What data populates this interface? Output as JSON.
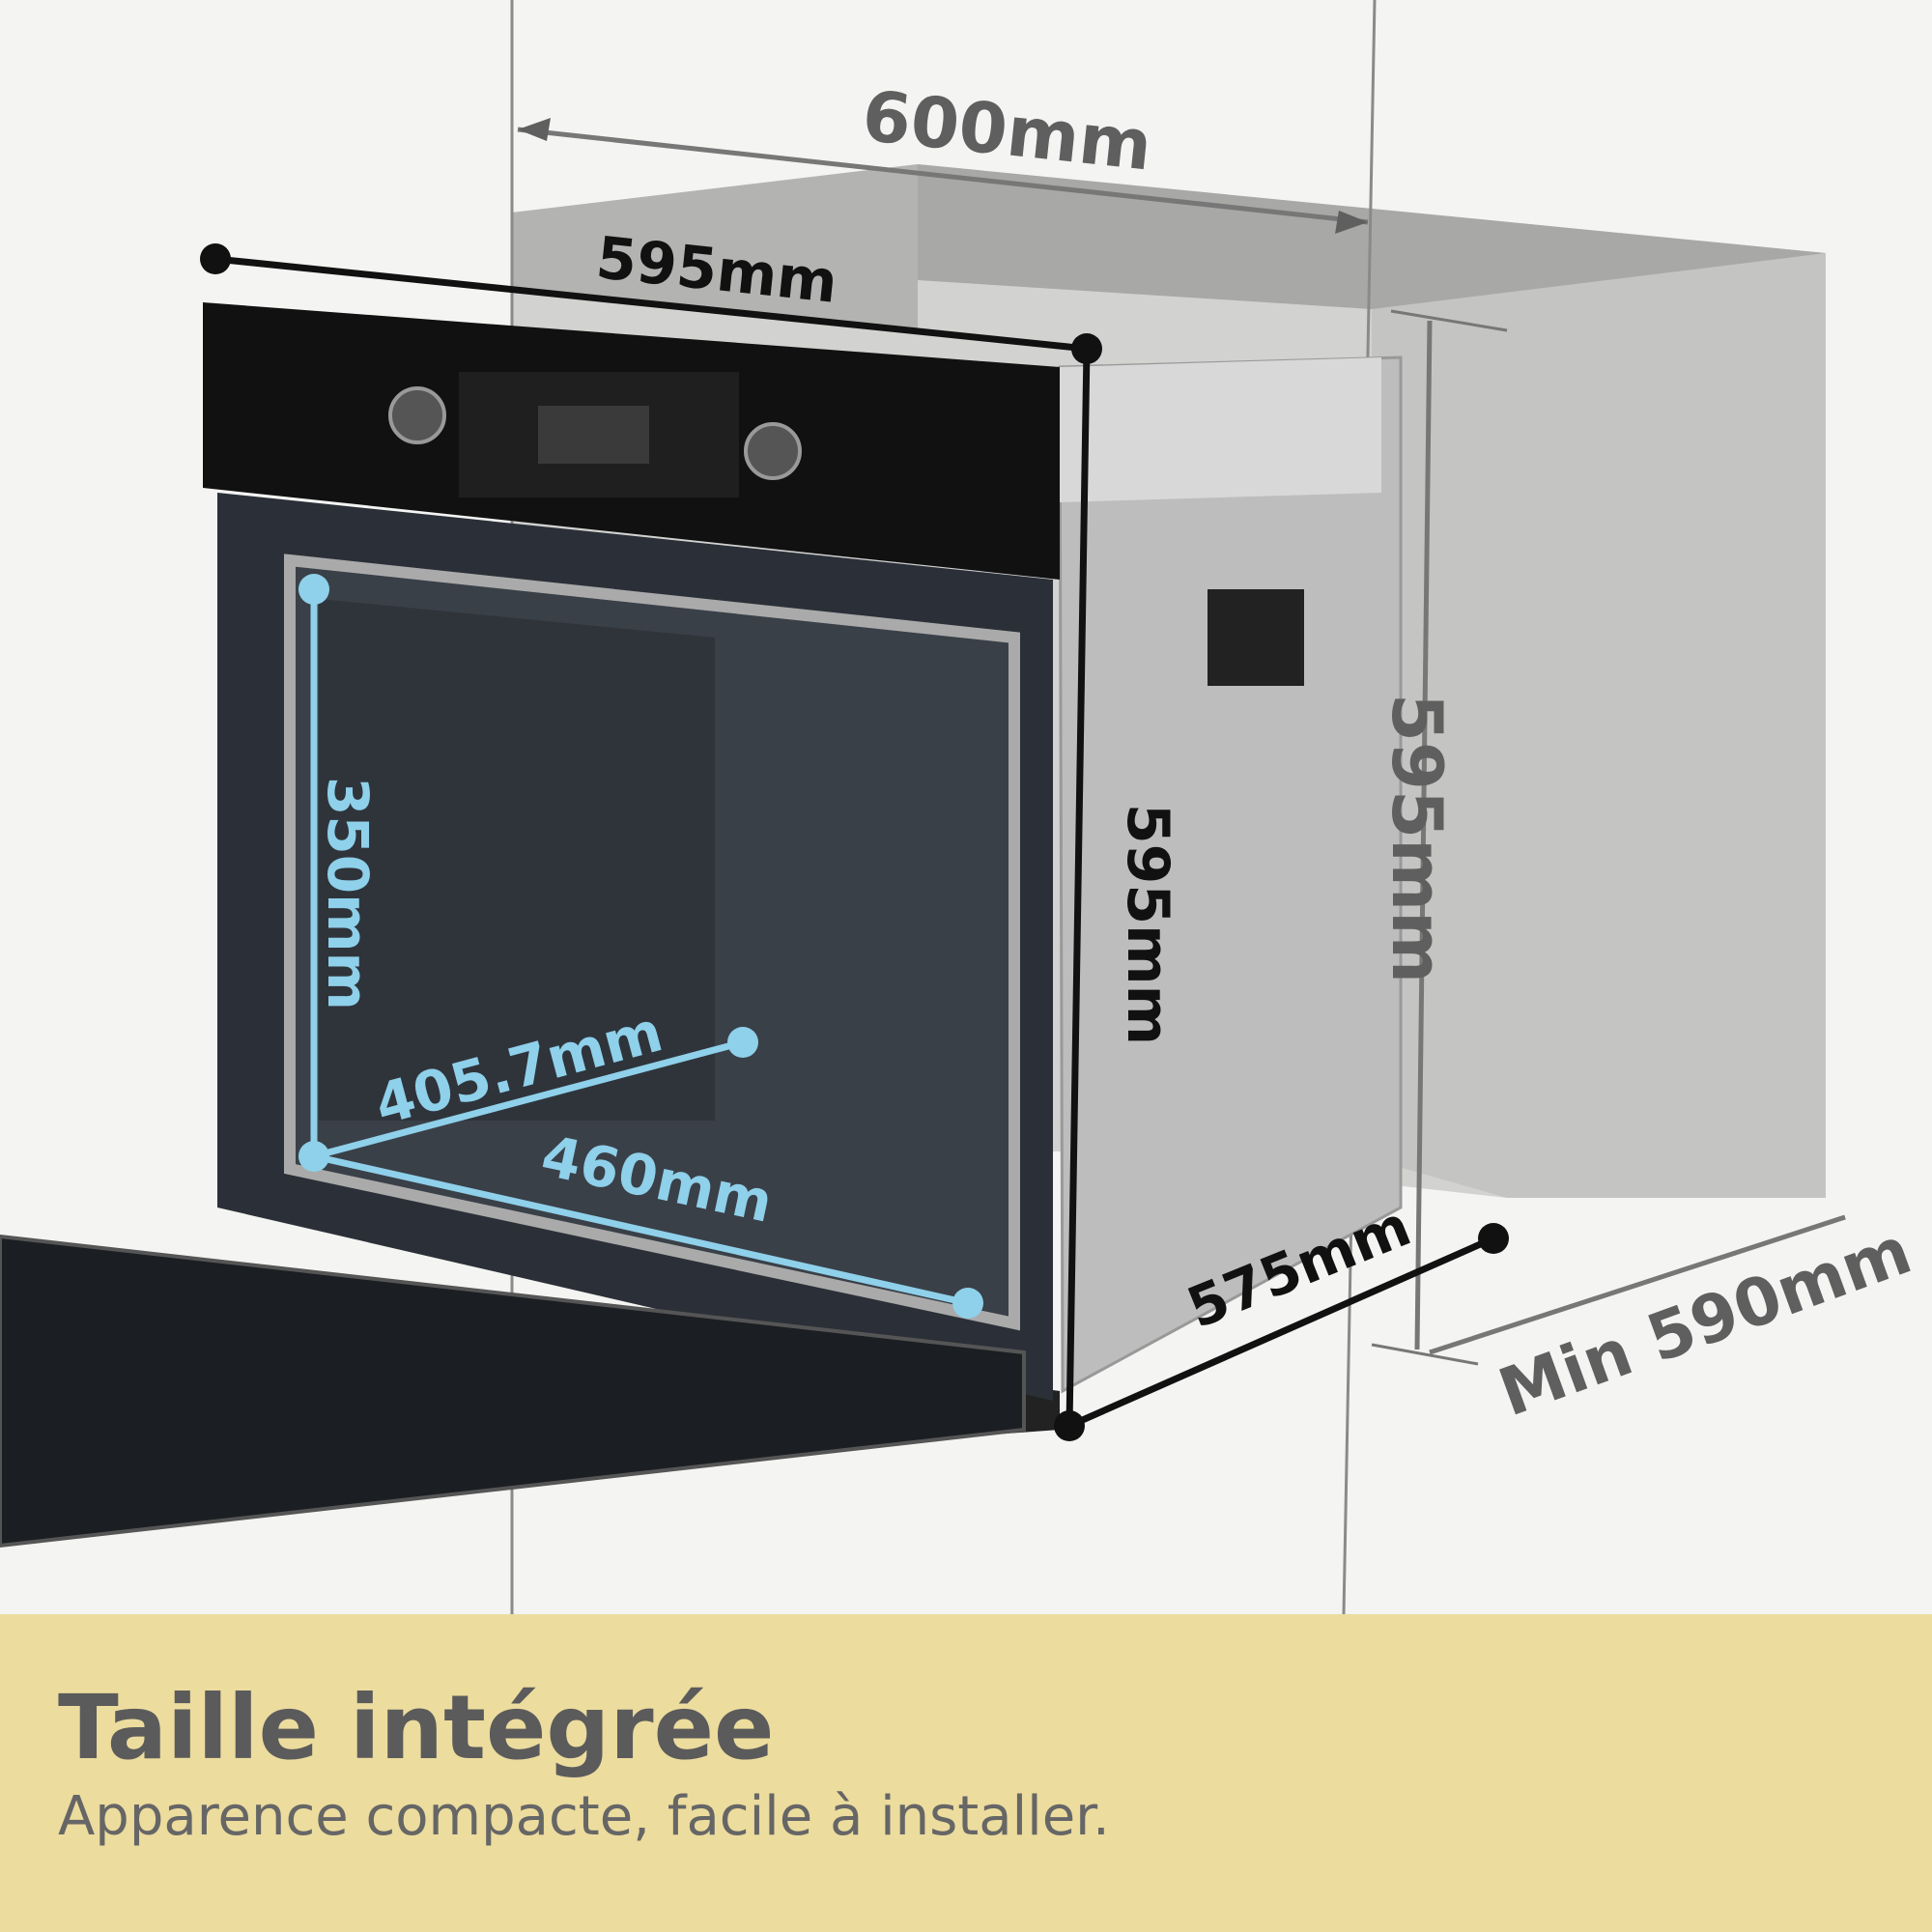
{
  "dimensions": {
    "niche_width": "600mm",
    "oven_width": "595mm",
    "oven_height": "595mm",
    "niche_height": "595mm",
    "oven_depth": "575mm",
    "niche_depth": "Min 590mm",
    "cavity_height": "350mm",
    "cavity_depth": "405.7mm",
    "cavity_width": "460mm"
  },
  "caption": {
    "title": "Taille intégrée",
    "subtitle": "Apparence compacte, facile à installer."
  },
  "colors": {
    "background": "#f4f4f2",
    "caption_band": "#ecdc9e",
    "cavity_dimension": "#8fd0ea",
    "oven_dimension": "#111111",
    "niche_dimension": "#5f5f5f"
  }
}
